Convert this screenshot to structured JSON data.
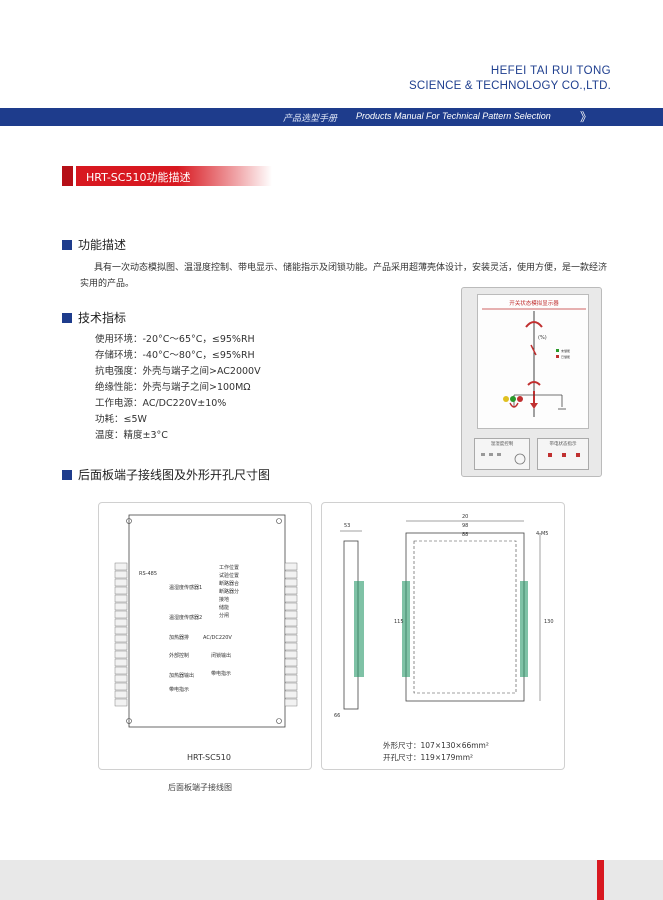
{
  "company": {
    "line1": "HEFEI TAI RUI TONG",
    "line2": "SCIENCE & TECHNOLOGY CO.,LTD."
  },
  "header": {
    "cn": "产品选型手册",
    "en": "Products Manual For Technical Pattern Selection",
    "chevrons": "》",
    "bar_color": "#1e3c8c"
  },
  "title": {
    "text": "HRT-SC510功能描述",
    "color": "#d81820"
  },
  "section1": {
    "heading": "功能描述",
    "text": "具有一次动态模拟图、温湿度控制、带电显示、储能指示及闭锁功能。产品采用超薄壳体设计，安装灵活，使用方便，是一款经济实用的产品。"
  },
  "section2": {
    "heading": "技术指标",
    "specs": [
      "使用环境：-20°C～65°C，≤95%RH",
      "存储环境：-40°C～80°C，≤95%RH",
      "抗电强度：外壳与端子之间>AC2000V",
      "绝缘性能：外壳与端子之间>100MΩ",
      "工作电源：AC/DC220V±10%",
      "功耗：≤5W",
      "温度：精度±3°C"
    ]
  },
  "section3": {
    "heading": "后面板端子接线图及外形开孔尺寸图"
  },
  "device": {
    "panel_title": "开关状态模拟显示器",
    "button_left": "温湿度控制",
    "button_right": "带电状态指示",
    "legend1": "未储能",
    "legend2": "已储能"
  },
  "wiring": {
    "model": "HRT-SC510",
    "caption": "后面板端子接线图",
    "left_labels": [
      "RS-485",
      "温湿度传感器1",
      "温湿度传感器2",
      "加热器排",
      "外部控制",
      "加热器输出",
      "带电指示"
    ],
    "right_labels": [
      "工作位置",
      "试验位置",
      "断路器合",
      "断路器分",
      "接地",
      "储能",
      "分闸",
      "AC/DC220V",
      "闭锁输出",
      "带电指示"
    ]
  },
  "dimensions": {
    "outer": "外形尺寸：107×130×66mm²",
    "cutout": "开孔尺寸：119×179mm²",
    "w1": "20",
    "w2": "98",
    "w3": "88",
    "h1": "130",
    "h2": "115",
    "holes": "4-M5",
    "d1": "66",
    "d2": "53"
  },
  "footer": {
    "accent": "#d81820"
  }
}
